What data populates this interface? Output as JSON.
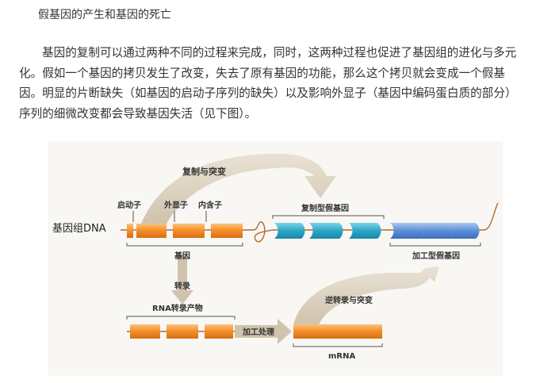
{
  "article": {
    "title": "假基因的产生和基因的死亡",
    "paragraph": "基因的复制可以通过两种不同的过程来完成，同时，这两种过程也促进了基因组的进化与多元化。假如一个基因的拷贝发生了改变，失去了原有基因的功能，那么这个拷贝就会变成一个假基因。明显的片断缺失（如基因的启动子序列的缺失）以及影响外显子（基因中编码蛋白质的部分）序列的细微改变都会导致基因失活（见下图）。"
  },
  "diagram": {
    "genomic_dna_label": "基因组DNA",
    "promoter_label": "启动子",
    "exon_label": "外显子",
    "intron_label": "内含子",
    "gene_label": "基因",
    "duplication_label": "复制与突变",
    "duplicated_pseudogene_label": "复制型假基因",
    "processed_pseudogene_label": "加工型假基因",
    "transcription_label": "转录",
    "rna_transcript_label": "RNA转录产物",
    "processing_label": "加工处理",
    "mrna_label": "mRNA",
    "reverse_transcription_label": "逆转录与突变",
    "colors": {
      "exon_orange": "#f28c28",
      "duplicated_teal": "#2aa7c8",
      "processed_blue": "#5a8fd8",
      "arrow_tan": "#d9cfbd",
      "dna_line": "#b06a30"
    }
  }
}
